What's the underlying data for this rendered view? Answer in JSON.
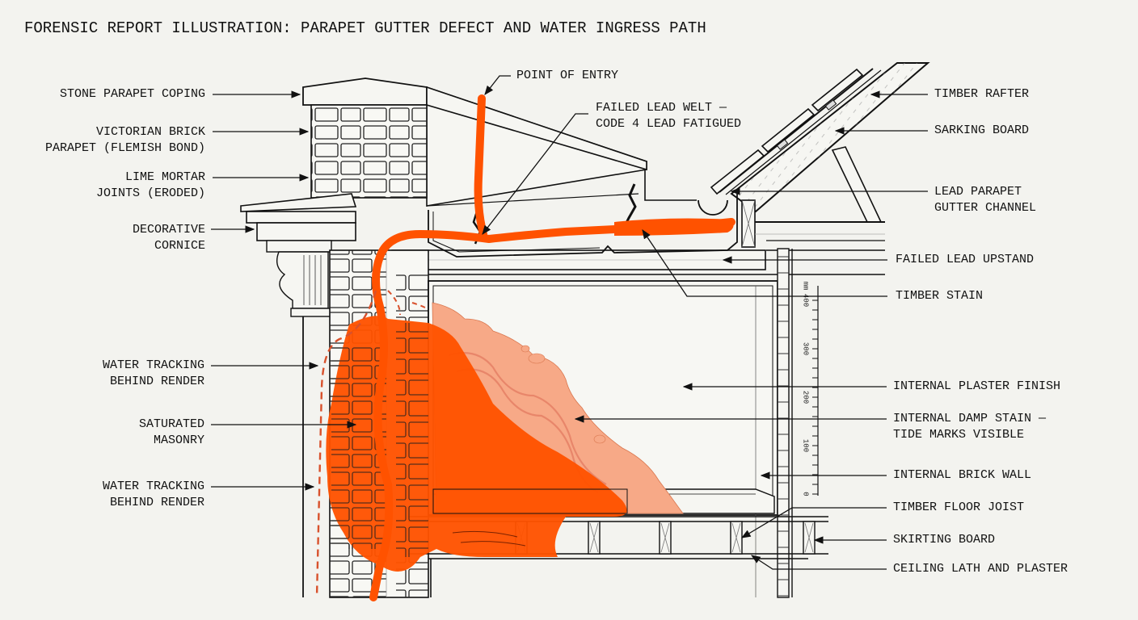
{
  "title": "FORENSIC REPORT ILLUSTRATION: PARAPET GUTTER DEFECT AND WATER INGRESS PATH",
  "colors": {
    "background": "#f3f3ef",
    "ink": "#111111",
    "water_path": "#ff5200",
    "damp_stain": "#f7a987",
    "tide_mark": "#e8866a"
  },
  "labels_left": [
    {
      "id": "stone-parapet-coping",
      "lines": [
        "STONE PARAPET COPING"
      ]
    },
    {
      "id": "victorian-brick-parapet",
      "lines": [
        "VICTORIAN BRICK",
        "PARAPET (FLEMISH BOND)"
      ]
    },
    {
      "id": "lime-mortar-joints",
      "lines": [
        "LIME MORTAR",
        "JOINTS (ERODED)"
      ]
    },
    {
      "id": "decorative-cornice",
      "lines": [
        "DECORATIVE",
        "CORNICE"
      ]
    },
    {
      "id": "water-tracking-upper",
      "lines": [
        "WATER TRACKING",
        "BEHIND RENDER"
      ]
    },
    {
      "id": "saturated-masonry",
      "lines": [
        "SATURATED",
        "MASONRY"
      ]
    },
    {
      "id": "water-tracking-lower",
      "lines": [
        "WATER TRACKING",
        "BEHIND RENDER"
      ]
    }
  ],
  "labels_top": [
    {
      "id": "point-of-entry",
      "lines": [
        "POINT OF ENTRY"
      ]
    },
    {
      "id": "failed-lead-welt",
      "lines": [
        "FAILED LEAD WELT —",
        "CODE 4 LEAD FATIGUED"
      ]
    }
  ],
  "labels_right": [
    {
      "id": "timber-rafter",
      "lines": [
        "TIMBER RAFTER"
      ]
    },
    {
      "id": "sarking-board",
      "lines": [
        "SARKING BOARD"
      ]
    },
    {
      "id": "lead-parapet-gutter-channel",
      "lines": [
        "LEAD PARAPET",
        "GUTTER CHANNEL"
      ]
    },
    {
      "id": "failed-lead-upstand",
      "lines": [
        "FAILED LEAD UPSTAND"
      ]
    },
    {
      "id": "timber-stain",
      "lines": [
        "TIMBER STAIN"
      ]
    },
    {
      "id": "internal-plaster-finish",
      "lines": [
        "INTERNAL PLASTER FINISH"
      ]
    },
    {
      "id": "internal-damp-stain",
      "lines": [
        "INTERNAL DAMP STAIN —",
        "TIDE MARKS VISIBLE"
      ]
    },
    {
      "id": "internal-brick-wall",
      "lines": [
        "INTERNAL BRICK WALL"
      ]
    },
    {
      "id": "timber-floor-joist",
      "lines": [
        "TIMBER FLOOR JOIST"
      ]
    },
    {
      "id": "skirting-board",
      "lines": [
        "SKIRTING BOARD"
      ]
    },
    {
      "id": "ceiling-lath-and-plaster",
      "lines": [
        "CEILING LATH AND PLASTER"
      ]
    }
  ],
  "scale_ruler": {
    "unit": "mm",
    "ticks": [
      "0",
      "100",
      "200",
      "300",
      "400"
    ]
  }
}
